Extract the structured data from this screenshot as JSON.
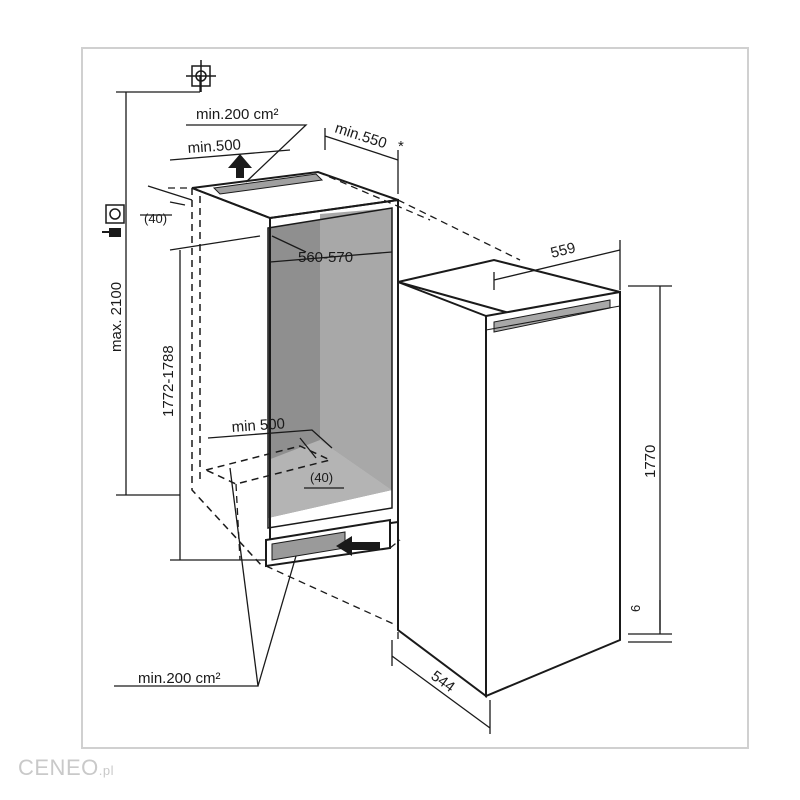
{
  "labels": {
    "vent_top_area": "min.200 cm²",
    "vent_top_depth": "min.500",
    "niche_depth": "min.550",
    "niche_depth_note": "*",
    "side_gap_top": "(40)",
    "niche_width": "560-570",
    "niche_height": "1772-1788",
    "max_height": "max. 2100",
    "vent_bottom_depth": "min 500",
    "side_gap_bottom": "(40)",
    "vent_bottom_area": "min.200 cm²",
    "appliance_width": "559",
    "appliance_height": "1770",
    "appliance_depth": "544",
    "plinth_gap": "6"
  },
  "watermark": {
    "brand": "CENEO",
    "domain": ".pl"
  },
  "icons": {
    "ventilation": "crosshair-vent-icon",
    "power": "power-socket-icon",
    "plug": "plug-icon"
  }
}
